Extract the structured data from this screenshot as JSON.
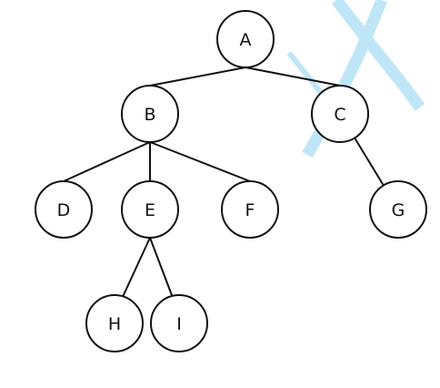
{
  "tree": {
    "nodes": [
      {
        "id": "A",
        "label": "A"
      },
      {
        "id": "B",
        "label": "B"
      },
      {
        "id": "C",
        "label": "C"
      },
      {
        "id": "D",
        "label": "D"
      },
      {
        "id": "E",
        "label": "E"
      },
      {
        "id": "F",
        "label": "F"
      },
      {
        "id": "G",
        "label": "G"
      },
      {
        "id": "H",
        "label": "H"
      },
      {
        "id": "I",
        "label": "I"
      }
    ],
    "edges": [
      [
        "A",
        "B"
      ],
      [
        "A",
        "C"
      ],
      [
        "B",
        "D"
      ],
      [
        "B",
        "E"
      ],
      [
        "B",
        "F"
      ],
      [
        "C",
        "G"
      ],
      [
        "E",
        "H"
      ],
      [
        "E",
        "I"
      ]
    ]
  },
  "colors": {
    "line": "#111111",
    "node_fill": "#ffffff",
    "watermark": "#bfe6f7"
  }
}
